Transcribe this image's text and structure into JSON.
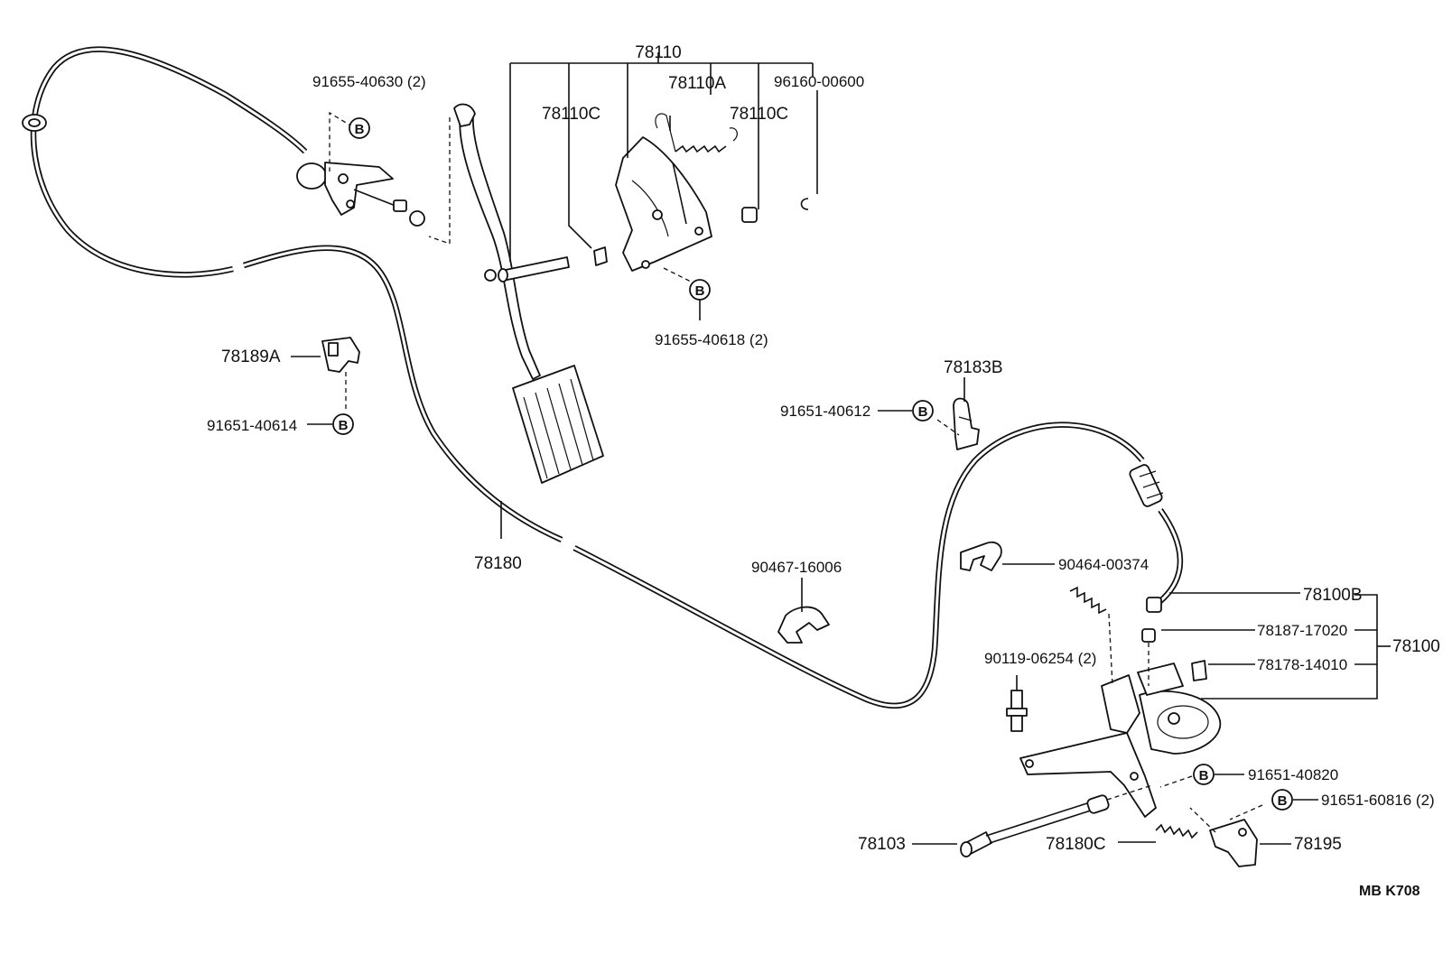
{
  "parts": {
    "p78110": "78110",
    "p78110A": "78110A",
    "p78110C_left": "78110C",
    "p78110C_right": "78110C",
    "p96160_00600": "96160-00600",
    "p91655_40630": "91655-40630 (2)",
    "p91655_40618": "91655-40618 (2)",
    "p78189A": "78189A",
    "p91651_40614": "91651-40614",
    "p78180": "78180",
    "p78183B": "78183B",
    "p91651_40612": "91651-40612",
    "p90467_16006": "90467-16006",
    "p90464_00374": "90464-00374",
    "p78100B": "78100B",
    "p78187_17020": "78187-17020",
    "p78178_14010": "78178-14010",
    "p78100": "78100",
    "p90119_06254": "90119-06254 (2)",
    "p91651_40820": "91651-40820",
    "p91651_60816": "91651-60816 (2)",
    "p78103": "78103",
    "p78180C": "78180C",
    "p78195": "78195"
  },
  "bolt_marker": "B",
  "footer_code": "MB  K708"
}
